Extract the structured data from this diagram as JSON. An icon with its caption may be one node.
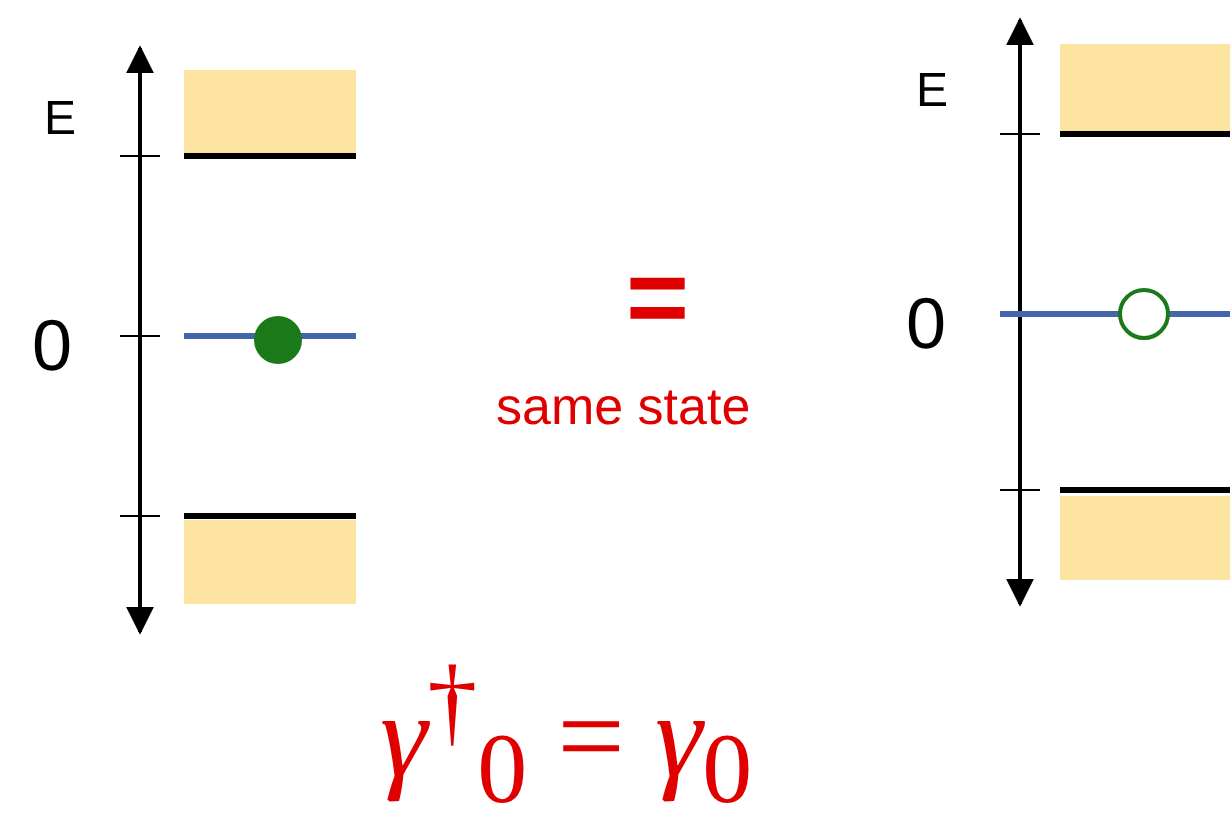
{
  "diagram": {
    "labels": [
      "E",
      "0",
      "=",
      "same state",
      "E",
      "0",
      "*γ*$^{†}$$_{0}$ = *γ*$_{0}$"
    ]
  }
}
